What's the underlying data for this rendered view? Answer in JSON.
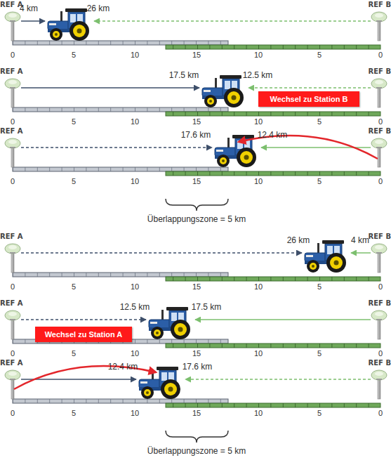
{
  "diagram": {
    "nodes": [
      {
        "text": [
          "Wechsel zu Station B"
        ]
      },
      {
        "text": [
          "Wechsel zu Station A"
        ]
      }
    ],
    "labels": [
      "REF A",
      "REF B",
      "4 km",
      "26 km",
      "0",
      "5",
      "10",
      "15",
      "10",
      "5",
      "0",
      "REF A",
      "REF B",
      "17.5 km",
      "12.5 km",
      "0",
      "5",
      "10",
      "15",
      "10",
      "5",
      "0",
      "REF A",
      "REF B",
      "17.6 km",
      "12.4 km",
      "0",
      "5",
      "10",
      "15",
      "10",
      "5",
      "0",
      "Überlappungszone = 5 km",
      "REF A",
      "REF B",
      "26 km",
      "4 km",
      "0",
      "5",
      "10",
      "15",
      "10",
      "5",
      "0",
      "REF A",
      "REF B",
      "12.5 km",
      "17.5 km",
      "0",
      "5",
      "10",
      "15",
      "10",
      "5",
      "0",
      "REF A",
      "REF B",
      "12.4 km",
      "17.6 km",
      "0",
      "5",
      "10",
      "15",
      "10",
      "5",
      "0",
      "Überlappungszone = 5 km"
    ]
  }
}
